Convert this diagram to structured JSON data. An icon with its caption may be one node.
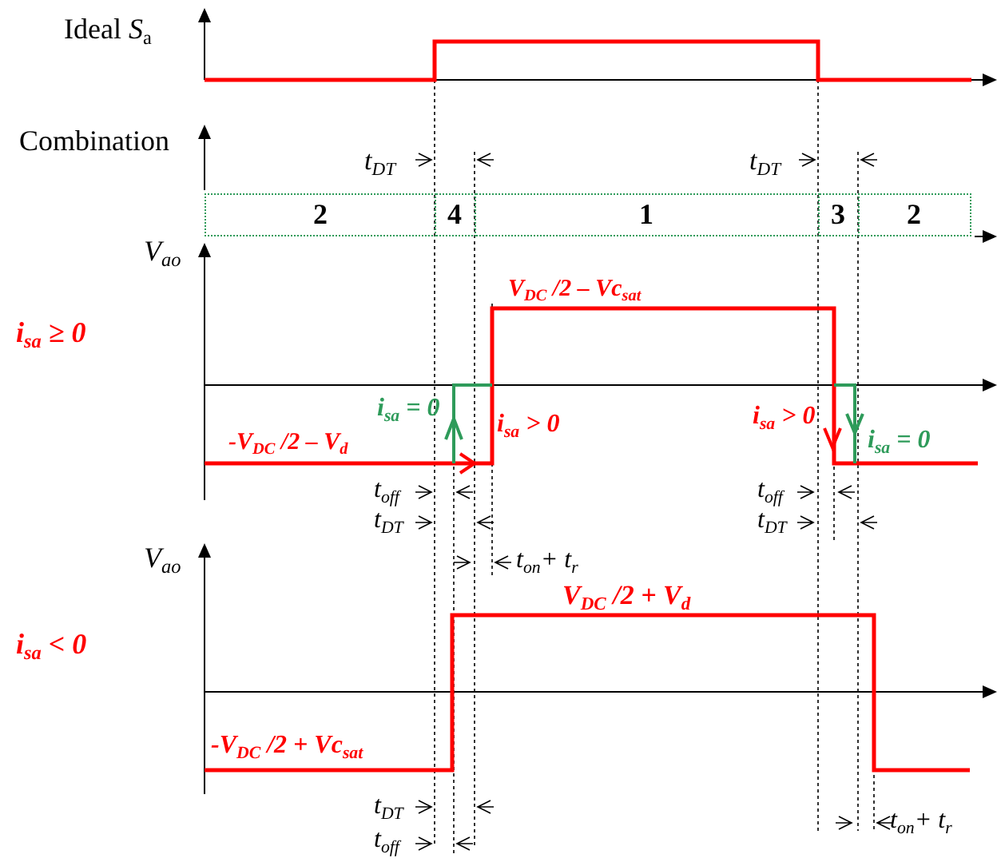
{
  "diagram": {
    "nodes": [
      {
        "text": [
          "2"
        ]
      },
      {
        "text": [
          "4"
        ]
      },
      {
        "text": [
          "1"
        ]
      },
      {
        "text": [
          "3"
        ]
      },
      {
        "text": [
          "2"
        ]
      }
    ],
    "edges": [],
    "labels": [
      "Ideal *S*$_{a}$",
      "t$_{DT}$",
      "t$_{DT}$",
      "Combination",
      "V$_{ao}$",
      "i$_{sa}$ ≥ 0",
      "V$_{DC}$ /2 – Vc$_{sat}$",
      "i$_{sa}$ = 0",
      "i$_{sa}$ > 0",
      "i$_{sa}$ > 0",
      "i$_{sa}$ = 0",
      "-V$_{DC}$ /2 – V$_{d}$",
      "t$_{off}$",
      "t$_{off}$",
      "t$_{DT}$",
      "t$_{DT}$",
      "t$_{on}$+ t$_{r}$",
      "V$_{ao}$",
      "i$_{sa}$ < 0",
      "V$_{DC}$ /2 + V$_{d}$",
      "-V$_{DC}$ /2 + Vc$_{sat}$",
      "t$_{DT}$",
      "t$_{on}$+ t$_{r}$",
      "t$_{off}$"
    ]
  }
}
